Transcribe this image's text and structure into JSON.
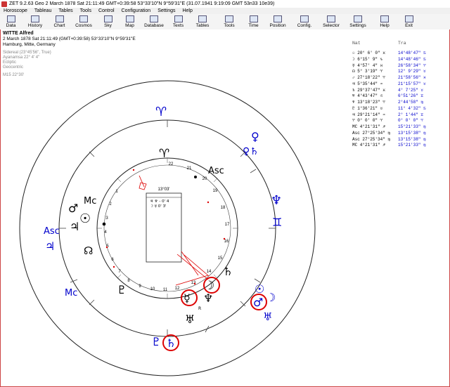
{
  "window": {
    "title": "ZET 9.2.63 Geo    2 March 1878  Sat  21:11:49 GMT+0:39:58 53°33'10\"N  9°59'31\"E  (31.07.1941   9:19:09 GMT 53n33 10e39)"
  },
  "menu": [
    "Horoscope",
    "Tableau",
    "Tables",
    "Tools",
    "Control",
    "Configuration",
    "Settings",
    "Help"
  ],
  "toolbar": [
    "Data",
    "History",
    "Chart",
    "Cosmos",
    "Sky",
    "Map",
    "Database",
    "Texts",
    "Tables",
    "Tools",
    "Time",
    "Position",
    "Config.",
    "Selector",
    "Settings",
    "Help",
    "Exit"
  ],
  "info": {
    "name": "WITTE Alfred",
    "line1": "2 March 1878  Sat  21:11:49 (GMT+0:39:58) 53°33'10\"N  9°59'31\"E",
    "line2": "Hamburg, Mitte, Germany",
    "line3": "Sidereal (23°45'56\", True)",
    "line4": "Ayanamsa 22° 4' 4\"",
    "line5": "Ecliptic",
    "line6": "Geocentric",
    "line7": "M15 22°30'"
  },
  "table_left": {
    "header": "Nat",
    "rows": [
      "☉   20° 6' 0\" ♓",
      "☽    6°15' 9\" ♑",
      "☿    4°57' 4\" ♓",
      "☊    5° 3'19\" ♈",
      "♂   27°18'22\" ♈",
      "♃    5°35'44\" ♒",
      "♄   29°37'47\" ♓",
      "♅    4°43'47\" ♌",
      "♆   13°18'23\" ♈",
      "♇    1°36'21\" ♉",
      "♃   29°21'14\" ♒",
      "♈    0° 0' 0\" ♈",
      "MC   4°21'31\" ♐",
      "Asc 27°25'34\" ♍",
      "Asc 27°25'34\" ♍",
      "MC   4°21'31\" ♐"
    ]
  },
  "table_right": {
    "header": "Tra",
    "rows": [
      "14°48'47\" ♋",
      "14°48'46\" ♋",
      "26°58'34\" ♈",
      "12° 9'29\" ♉",
      "21°58'56\" ♓",
      "21°15'57\" ♉",
      "4° 7'25\" ♉",
      "6°51'26\" ♊",
      "2°44'58\" ♍",
      "11° 4'32\" ♋",
      "2° 1'44\" ♊",
      "0° 0' 0\" ♈",
      "15°21'33\" ♍",
      "13°15'38\" ♍",
      "13°15'38\" ♍",
      "15°21'33\" ♍"
    ]
  },
  "chart_glyphs": {
    "aries_outer": "♈",
    "aries_inner": "♈",
    "asc_inner": "Asc",
    "mc_inner": "Mc",
    "asc_outer": "Asc",
    "mc_outer": "Mc",
    "venus_out": "♀",
    "venus_sat": "♀♄",
    "neptune_out": "♆",
    "node_out": "♊",
    "jupiter_out": "♃",
    "sun_tr": "☉",
    "moon_tr": "☽",
    "mars_tr": "♂",
    "uranus_tr": "♅",
    "pluto_tr": "♇",
    "saturn_tr": "♄",
    "mars_nat": "♂",
    "sun_nat": "☉",
    "jupiter_nat": "♃",
    "node_nat": "☊",
    "saturn_nat": "♄",
    "moon_nat": "☽",
    "mercury_nat": "☿",
    "neptune_nat": "♆",
    "uranus_nat": "♅",
    "pluto_nat": "♇",
    "r_mark": "R",
    "box_angle": "13°03'",
    "box_line1": "♃  ♆   - 0' 4",
    "box_line2": "☽  ☿    0' 3'",
    "numbers": [
      "1",
      "2",
      "3",
      "4",
      "5",
      "6",
      "7",
      "8",
      "9",
      "10",
      "11",
      "12",
      "13",
      "14",
      "15",
      "16",
      "17",
      "18",
      "19",
      "20",
      "21",
      "22"
    ]
  },
  "colors": {
    "blue": "#0000cc",
    "red": "#dd0000",
    "ring": "#222222"
  }
}
